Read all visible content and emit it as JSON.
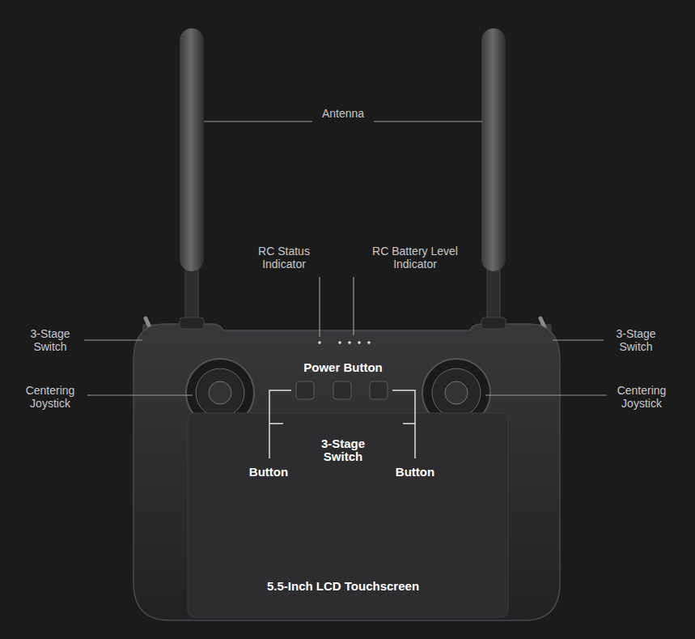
{
  "diagram": {
    "labels": [
      "Antenna",
      "RC Status Indicator",
      "RC Battery Level Indicator",
      "3-Stage Switch",
      "3-Stage Switch",
      "Power Button",
      "Centering Joystick",
      "Centering Joystick",
      "Button",
      "3-Stage Switch",
      "Button",
      "5.5-Inch LCD Touchscreen"
    ]
  }
}
